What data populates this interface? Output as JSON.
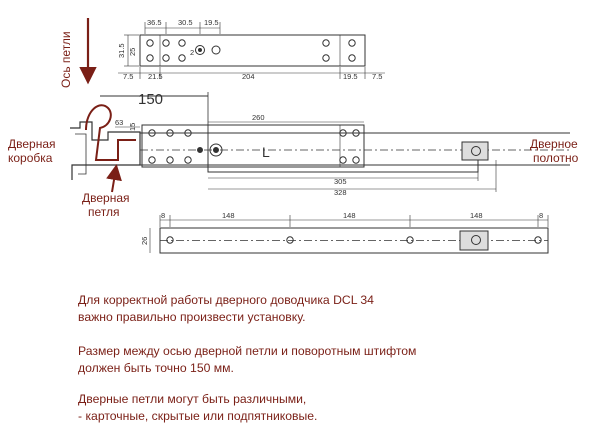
{
  "labels": {
    "hinge_axis": "Ось петли",
    "door_frame": [
      "Дверная",
      "коробка"
    ],
    "door_leaf": [
      "Дверное",
      "полотно"
    ],
    "door_hinge": [
      "Дверная",
      "петля"
    ],
    "distance_150": "150",
    "letter_l": "L"
  },
  "dimensions": {
    "top_view": {
      "d36_5": "36.5",
      "d30_5": "30.5",
      "d19_5": "19.5",
      "d31_5": "31.5",
      "d25": "25",
      "d2": "2",
      "d7_5": "7.5",
      "d21_5": "21.5",
      "d204": "204",
      "d19_5b": "19.5",
      "d7_5b": "7.5"
    },
    "middle_view": {
      "d63": "63",
      "d15": "15",
      "d260": "260",
      "d305": "305",
      "d328": "328"
    },
    "bottom_view": {
      "d8a": "8",
      "d148a": "148",
      "d148b": "148",
      "d148c": "148",
      "d8b": "8",
      "d26": "26"
    }
  },
  "paragraphs": [
    [
      "Для корректной работы дверного доводчика DCL 34",
      "важно правильно произвести установку."
    ],
    [
      "Размер между осью дверной петли и поворотным штифтом",
      "должен быть точно 150 мм."
    ],
    [
      "Дверные петли могут быть различными,",
      "- карточные, скрытые или подпятниковые."
    ]
  ],
  "colors": {
    "accent": "#7a1f16",
    "line": "#333333",
    "dim": "#555555"
  }
}
